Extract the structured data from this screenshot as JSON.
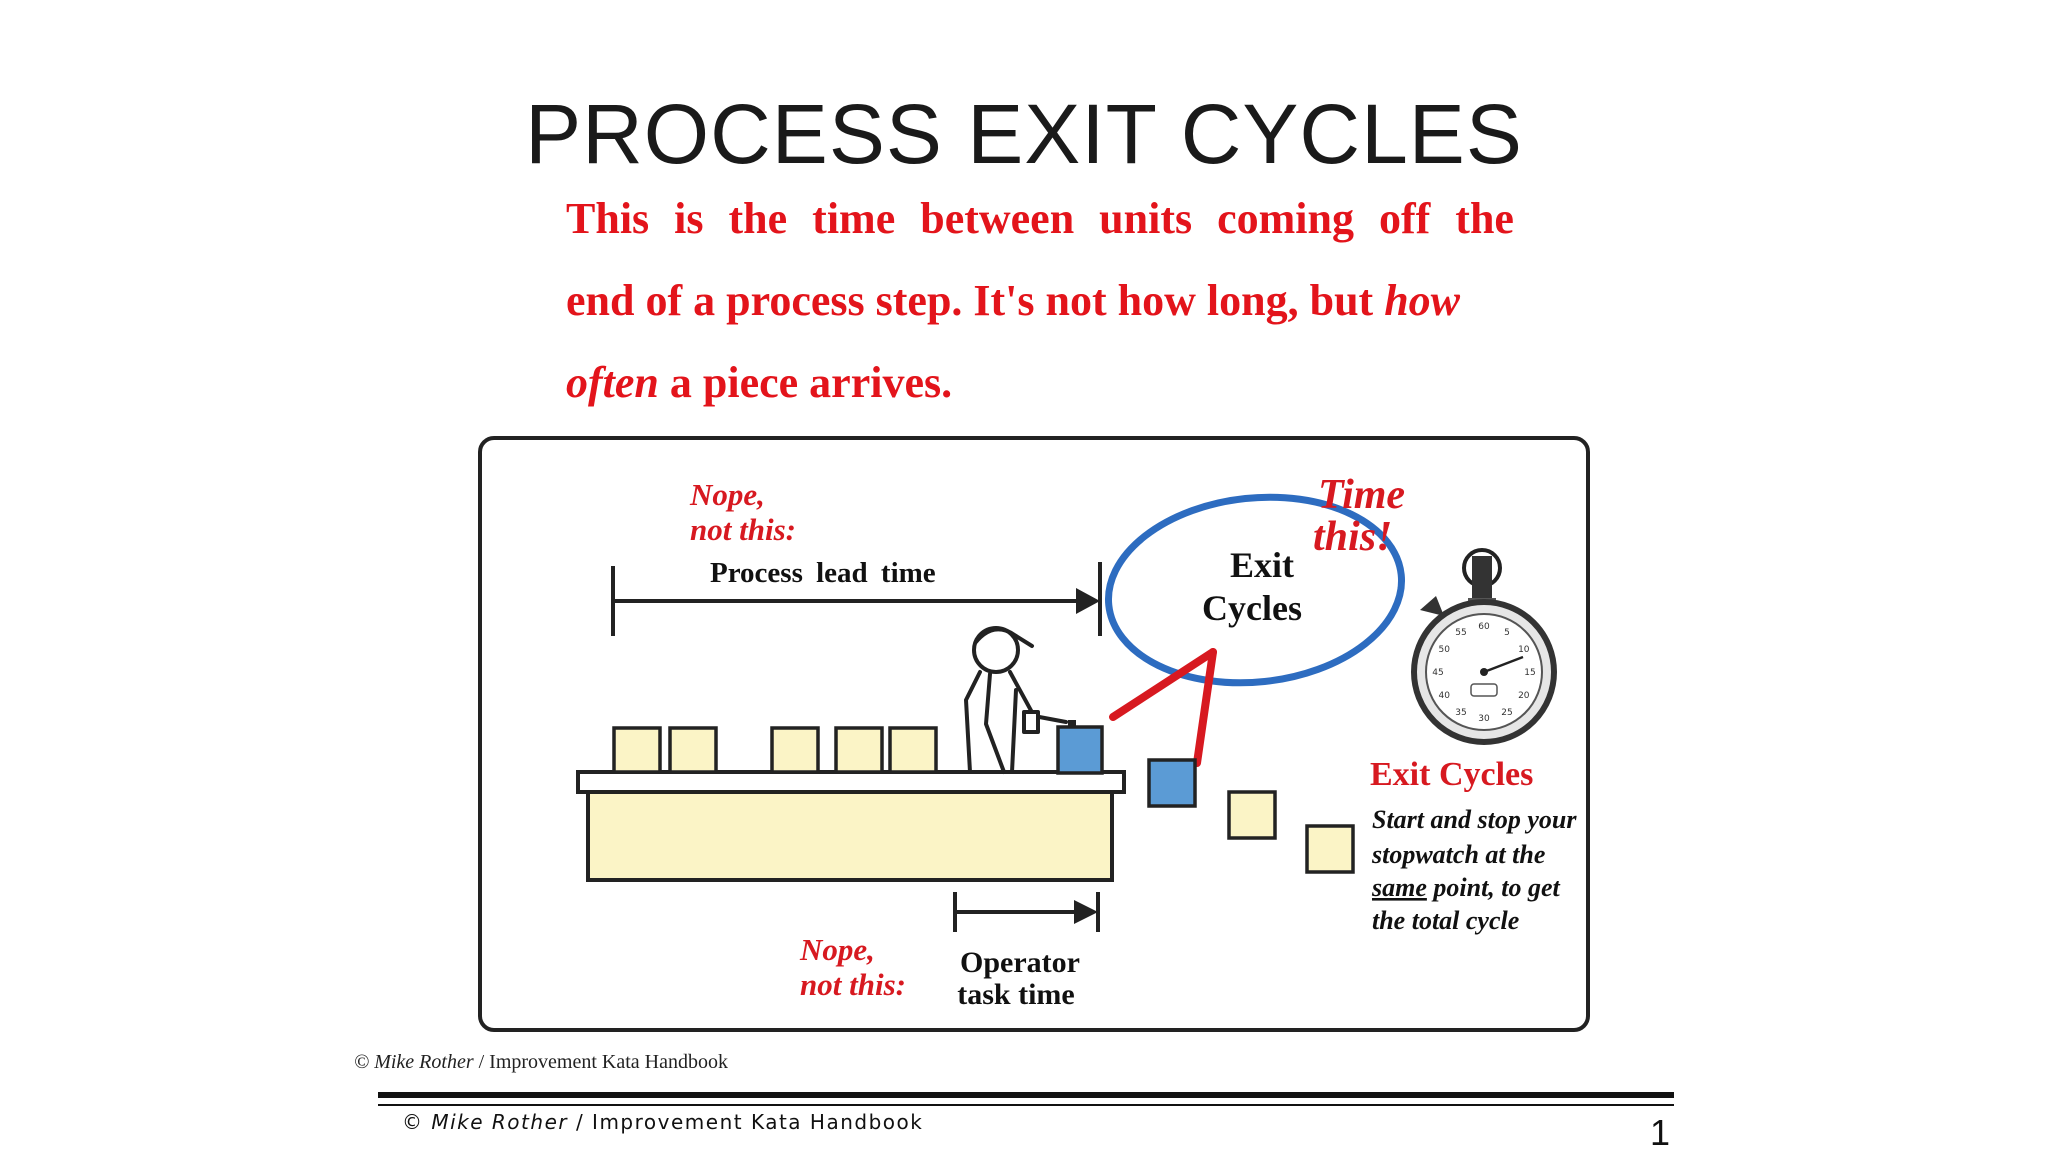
{
  "slide": {
    "title": "PROCESS EXIT CYCLES",
    "subtitle": {
      "line1": "This is the time between units coming off the",
      "line2": "end of a process step. It's not how long, but",
      "line2_em": "how",
      "line3_em": "often",
      "line3": "a piece arrives."
    },
    "page_number": "1"
  },
  "diagram": {
    "nope_top": [
      "Nope,",
      "not this:"
    ],
    "process_lead_time": "Process lead time",
    "exit_cycles_circle": [
      "Exit",
      "Cycles"
    ],
    "time_this": [
      "Time",
      "this!"
    ],
    "nope_bottom": [
      "Nope,",
      "not this:"
    ],
    "operator_task_time": [
      "Operator",
      "task time"
    ],
    "exit_cycles_title": "Exit Cycles",
    "exit_cycles_note": {
      "line1": "Start and stop your",
      "line2": "stopwatch at the",
      "line3_underlined": "same",
      "line3": " point, to get",
      "line4": "the total cycle"
    },
    "stopwatch_numbers": [
      "60",
      "5",
      "10",
      "15",
      "20",
      "25",
      "30",
      "35",
      "40",
      "45",
      "50",
      "55"
    ],
    "colors": {
      "red": "#d71920",
      "blue": "#2d6cc0",
      "box_yellow": "#fbf4c6",
      "box_blue": "#5b9bd5"
    }
  },
  "credits": {
    "diagram_author": "© Mike Rother",
    "diagram_source": " / Improvement Kata Handbook",
    "footer_author": "© Mike Rother",
    "footer_source": " / Improvement Kata Handbook"
  }
}
